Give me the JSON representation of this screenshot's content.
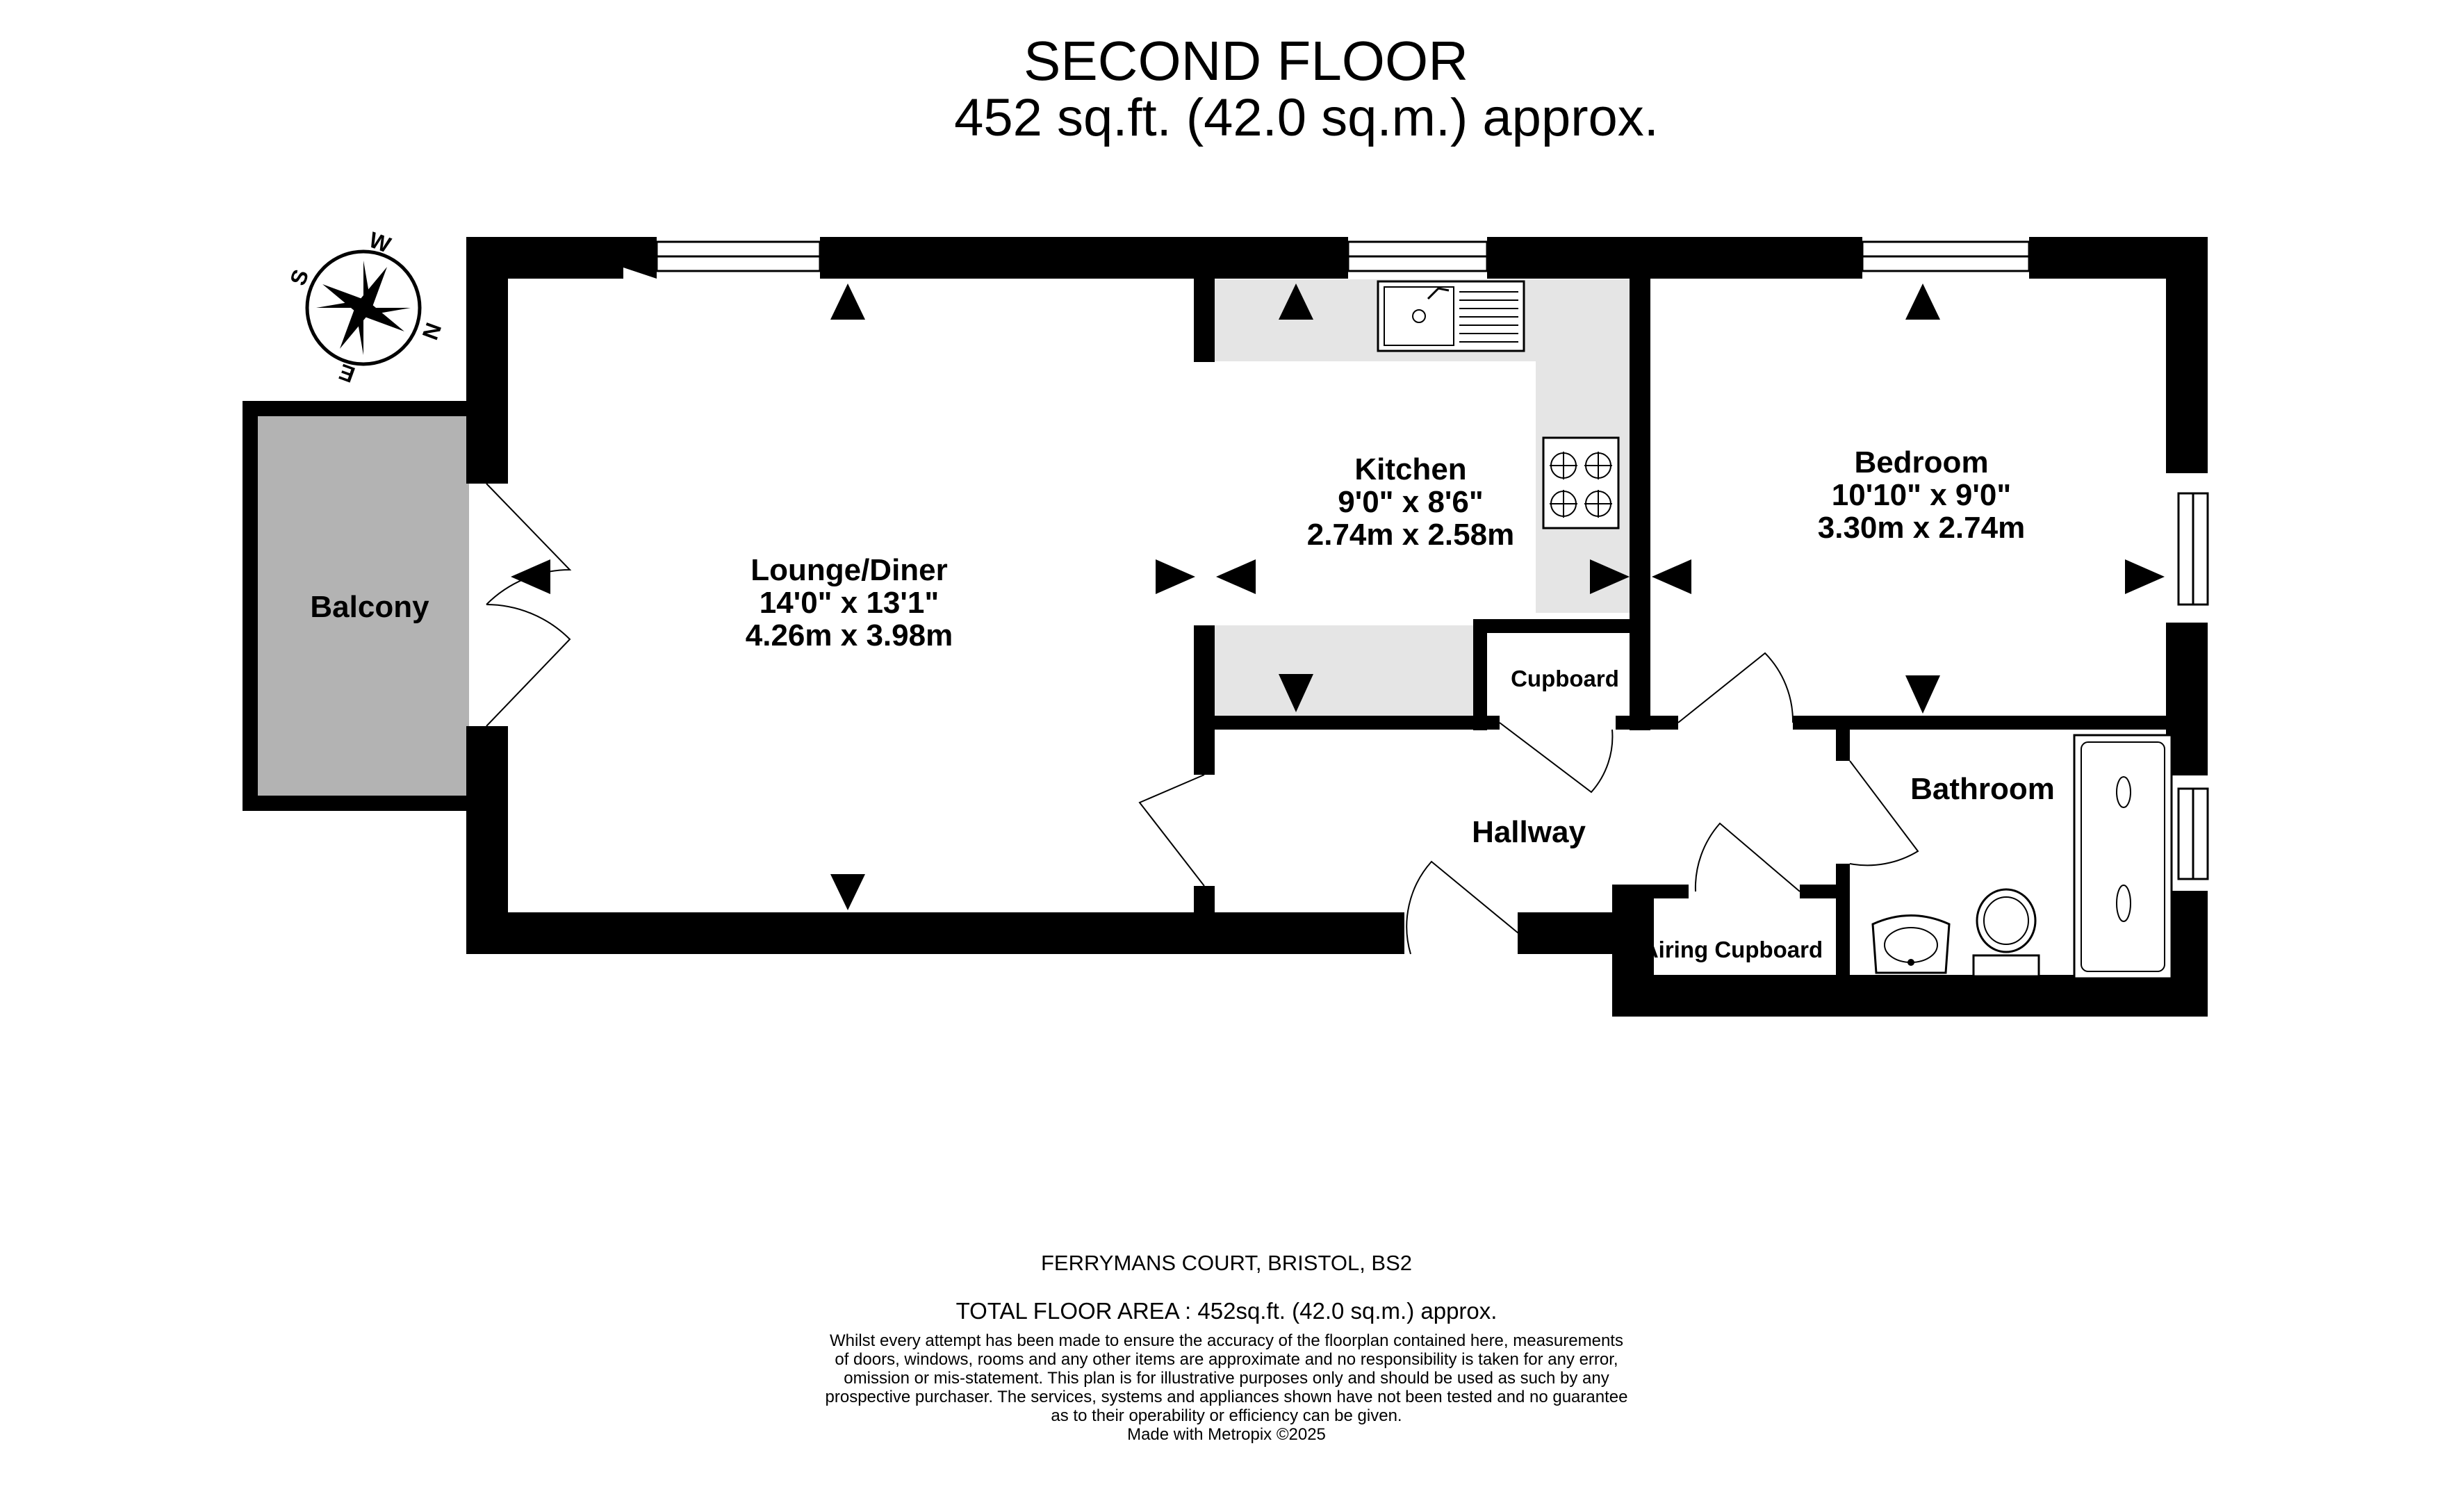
{
  "header": {
    "floor_title": "SECOND FLOOR",
    "floor_area": "452 sq.ft. (42.0 sq.m.) approx."
  },
  "compass": {
    "letters": [
      "S",
      "W",
      "N",
      "E"
    ],
    "icon": "compass-star-icon"
  },
  "rooms": {
    "balcony": {
      "label": "Balcony"
    },
    "lounge": {
      "label": "Lounge/Diner",
      "dim_imperial": "14'0\"  x 13'1\"",
      "dim_metric": "4.26m  x 3.98m"
    },
    "kitchen": {
      "label": "Kitchen",
      "dim_imperial": "9'0\"  x 8'6\"",
      "dim_metric": "2.74m  x 2.58m"
    },
    "bedroom": {
      "label": "Bedroom",
      "dim_imperial": "10'10\"  x 9'0\"",
      "dim_metric": "3.30m  x 2.74m"
    },
    "cupboard": {
      "label": "Cupboard"
    },
    "hallway": {
      "label": "Hallway"
    },
    "bathroom": {
      "label": "Bathroom"
    },
    "airing_cupboard": {
      "label": "Airing Cupboard"
    }
  },
  "colors": {
    "wall": "#000000",
    "balcony_fill": "#b3b3b3",
    "kitchen_worktop": "#e5e5e5",
    "background": "#ffffff"
  },
  "footer": {
    "address": "FERRYMANS COURT, BRISTOL, BS2",
    "total_area": "TOTAL FLOOR AREA : 452sq.ft. (42.0 sq.m.) approx.",
    "disclaimer": [
      "Whilst every attempt has been made to ensure the accuracy of the floorplan contained here, measurements",
      "of doors, windows, rooms and any other items are approximate and no responsibility is taken for any error,",
      "omission or mis-statement. This plan is for illustrative purposes only and should be used as such by any",
      "prospective purchaser. The services, systems and appliances shown have not been tested and no guarantee",
      "as to their operability or efficiency can be given."
    ],
    "credit": "Made with Metropix ©2025"
  }
}
